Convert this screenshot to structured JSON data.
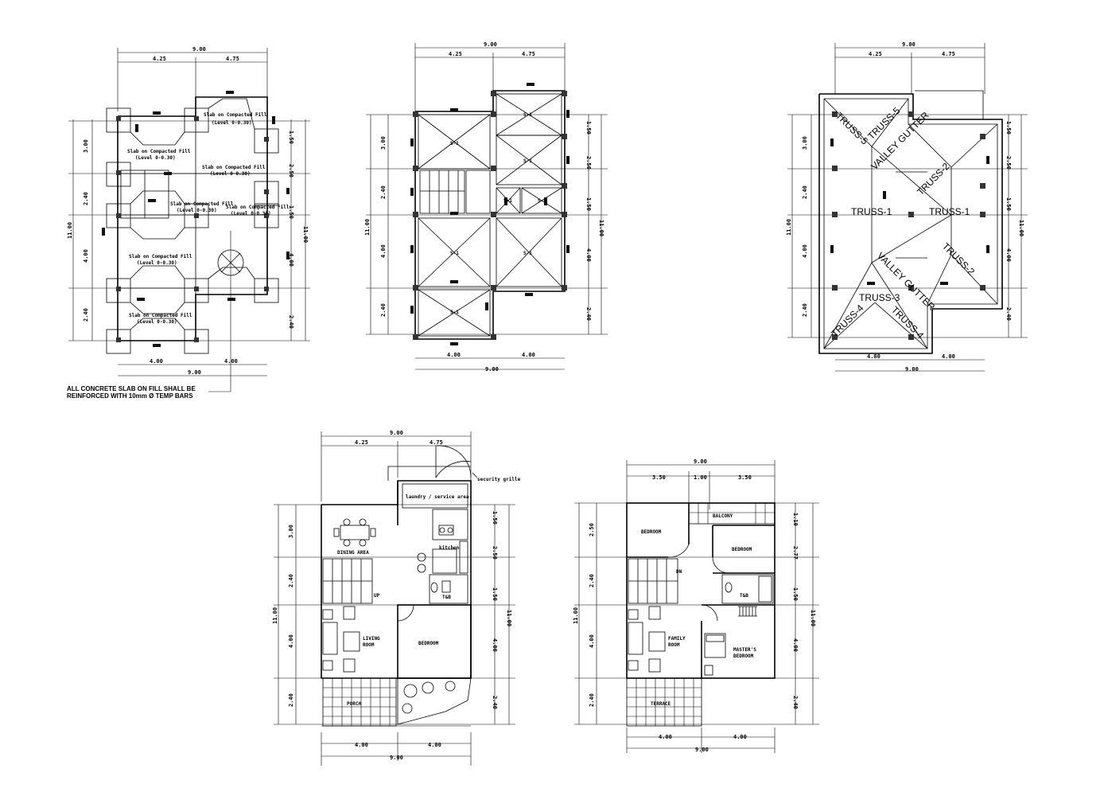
{
  "foundation_plan": {
    "dims_top_total": "9.00",
    "dims_top": [
      "4.25",
      "4.75"
    ],
    "dims_bottom": [
      "4.00",
      "4.00"
    ],
    "dims_bottom_total": "9.00",
    "dims_left_total": "11.00",
    "dims_left": [
      "3.00",
      "2.40",
      "4.00",
      "2.40"
    ],
    "dims_right_total": "11.00",
    "dims_right": [
      "1.50",
      "2.50",
      "1.50",
      "4.00",
      "2.40"
    ],
    "slab_labels": [
      "Slab on Compacted Fill",
      "Slab on Compacted Fill",
      "Slab on Compacted Fill",
      "Slab on Compacted Fill",
      "Slab on Compacted Fill",
      "Slab on Compacted Fill",
      "Slab on Compacted Fill"
    ],
    "slab_sublabels": [
      "(Level 0-0.30)",
      "(Level 0-0.30)",
      "(Level 0-0.30)",
      "(Level 0-0.30)",
      "(Level 0-0.30)",
      "(Level 0-0.30)",
      "(Level 0-0.30)"
    ],
    "note_line1": "ALL CONCRETE SLAB ON FILL SHALL BE",
    "note_line2": "REINFORCED WITH 10mm Ø TEMP BARS"
  },
  "framing_plan": {
    "dims_top_total": "9.00",
    "dims_top": [
      "4.25",
      "4.75"
    ],
    "dims_bottom": [
      "4.00",
      "4.00"
    ],
    "dims_bottom_total": "9.00",
    "dims_left_total": "11.00",
    "dims_left": [
      "3.00",
      "2.40",
      "4.00",
      "2.40"
    ],
    "dims_right_total": "11.00",
    "dims_right": [
      "1.50",
      "2.50",
      "1.50",
      "4.00",
      "2.40"
    ],
    "slab_tags": [
      "S-1",
      "S-1",
      "S-1",
      "S-1",
      "S-1",
      "S-1",
      "S-1",
      "S-1"
    ]
  },
  "roof_plan": {
    "dims_top_total": "9.00",
    "dims_top": [
      "4.25",
      "4.75"
    ],
    "dims_bottom": [
      "4.00",
      "4.00"
    ],
    "dims_bottom_total": "9.00",
    "dims_left_total": "11.00",
    "dims_left": [
      "3.00",
      "2.40",
      "4.00",
      "2.40"
    ],
    "dims_right_total": "11.00",
    "dims_right": [
      "1.50",
      "2.50",
      "1.50",
      "4.00",
      "2.40"
    ],
    "labels": {
      "truss5a": "TRUSS-5",
      "truss5b": "TRUSS-5",
      "valley1": "VALLEY GUTTER",
      "truss2a": "TRUSS-2",
      "truss1a": "TRUSS-1",
      "truss1b": "TRUSS-1",
      "truss2b": "TRUSS-2",
      "valley2": "VALLEY GUTTER",
      "truss3": "TRUSS-3",
      "truss4a": "TRUSS-4",
      "truss4b": "TRUSS-4"
    }
  },
  "ground_floor": {
    "dims_top_total": "9.00",
    "dims_top": [
      "4.25",
      "4.75"
    ],
    "dims_bottom": [
      "4.00",
      "4.00"
    ],
    "dims_bottom_total": "9.00",
    "dims_left_total": "11.00",
    "dims_left": [
      "3.00",
      "2.40",
      "4.00",
      "2.40"
    ],
    "dims_right_total": "11.00",
    "dims_right": [
      "1.50",
      "2.50",
      "1.50",
      "4.00",
      "2.40"
    ],
    "rooms": {
      "laundry": "laundry / service area",
      "security": "security grille",
      "dining": "DINING AREA",
      "kitchen": "kitchen",
      "tb": "T&B",
      "up": "UP",
      "living1": "LIVING",
      "living2": "ROOM",
      "bedroom": "BEDROOM",
      "porch": "PORCH"
    }
  },
  "second_floor": {
    "dims_top_total": "9.00",
    "dims_top": [
      "3.50",
      "1.00",
      "3.50"
    ],
    "dims_bottom": [
      "4.00",
      "4.00"
    ],
    "dims_bottom_total": "9.00",
    "dims_left_total": "11.00",
    "dims_left": [
      "2.50",
      "2.40",
      "4.00",
      "2.40"
    ],
    "dims_right_total": "11.00",
    "dims_right": [
      "1.10",
      "2.77",
      "1.50",
      "4.00",
      "2.40"
    ],
    "rooms": {
      "bedroom1": "BEDROOM",
      "balcony": "BALCONY",
      "bedroom2": "BEDROOM",
      "dn": "DN",
      "tb": "T&B",
      "family1": "FAMILY",
      "family2": "ROOM",
      "master1": "MASTER'S",
      "master2": "BEDROOM",
      "terrace": "TERRACE"
    }
  }
}
